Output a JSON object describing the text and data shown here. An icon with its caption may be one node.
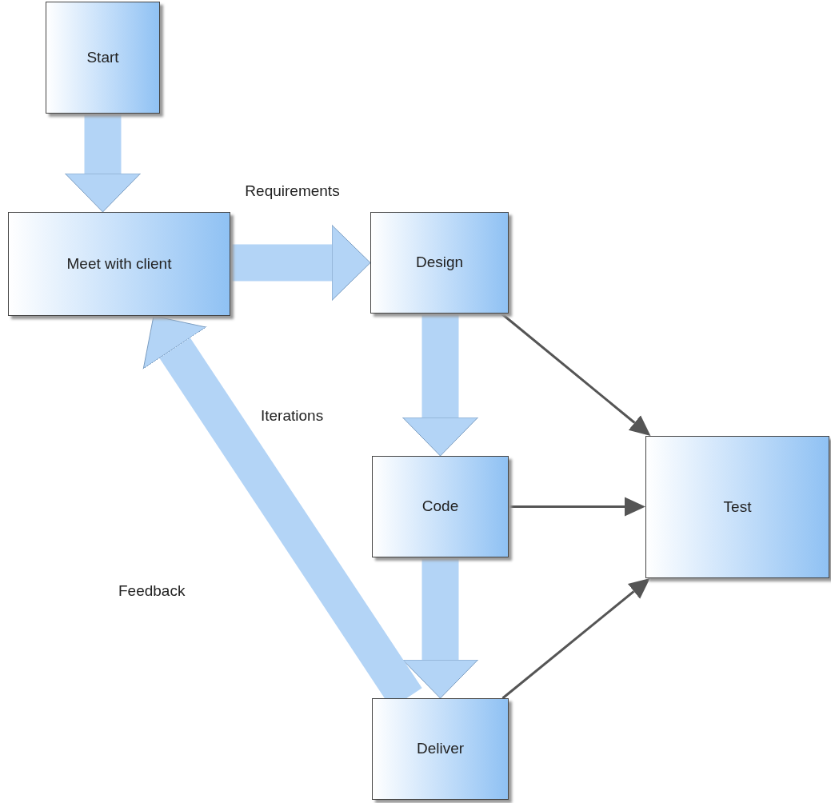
{
  "diagram": {
    "nodes": [
      {
        "text": [
          "Start"
        ]
      },
      {
        "text": [
          "Meet with client"
        ]
      },
      {
        "text": [
          "Design"
        ]
      },
      {
        "text": [
          "Code"
        ]
      },
      {
        "text": [
          "Test"
        ]
      },
      {
        "text": [
          "Deliver"
        ]
      }
    ],
    "edges": [
      {
        "from": 0,
        "to": 1,
        "arrow": "to"
      },
      {
        "from": 1,
        "to": 2,
        "arrow": "to",
        "label": "Requirements"
      },
      {
        "from": 2,
        "to": 3,
        "arrow": "to"
      },
      {
        "from": 3,
        "to": 5,
        "arrow": "to"
      },
      {
        "from": 5,
        "to": 1,
        "arrow": "to"
      },
      {
        "from": 2,
        "to": 4,
        "arrow": "to",
        "color": "#555555"
      },
      {
        "from": 3,
        "to": 4,
        "arrow": "to",
        "color": "#555555"
      },
      {
        "from": 5,
        "to": 4,
        "arrow": "to",
        "color": "#555555"
      }
    ],
    "labels": [
      "Iterations",
      "Feedback"
    ]
  }
}
